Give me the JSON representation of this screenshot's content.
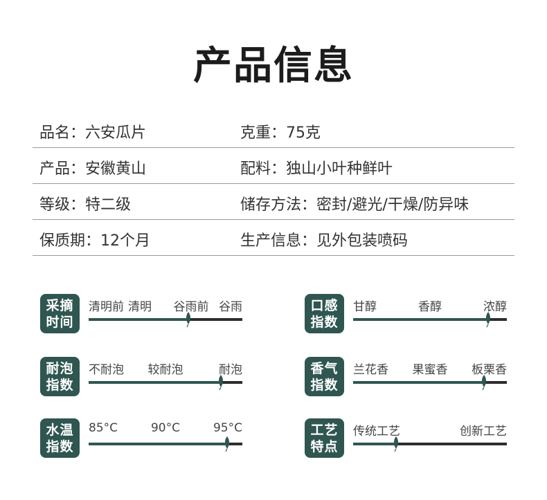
{
  "title": "产品信息",
  "info_rows": [
    {
      "left": "品名：六安瓜片",
      "right": "克重：75克"
    },
    {
      "left": "产品：安徽黄山",
      "right": "配料：独山小叶种鲜叶"
    },
    {
      "left": "等级：特二级",
      "right": "储存方法：密封/避光/干燥/防异味"
    },
    {
      "left": "保质期：12个月",
      "right": "生产信息：见外包装喷码"
    }
  ],
  "meters": [
    {
      "badge": [
        "采摘",
        "时间"
      ],
      "labels": [
        "清明前",
        "清明",
        "谷雨前",
        "谷雨"
      ],
      "level": 0.65
    },
    {
      "badge": [
        "口感",
        "指数"
      ],
      "labels": [
        "甘醇",
        "香醇",
        "浓醇"
      ],
      "level": 0.88
    },
    {
      "badge": [
        "耐泡",
        "指数"
      ],
      "labels": [
        "不耐泡",
        "较耐泡",
        "耐泡"
      ],
      "level": 0.86
    },
    {
      "badge": [
        "香气",
        "指数"
      ],
      "labels": [
        "兰花香",
        "果蜜香",
        "板栗香"
      ],
      "level": 0.85
    },
    {
      "badge": [
        "水温",
        "指数"
      ],
      "labels": [
        "85°C",
        "90°C",
        "95°C"
      ],
      "level": 0.9
    },
    {
      "badge": [
        "工艺",
        "特点"
      ],
      "labels": [
        "传统工艺",
        "创新工艺"
      ],
      "level": 0.28
    }
  ],
  "colors": {
    "accent": "#2f5651",
    "track": "#2d2d2d",
    "divider": "#9a9a9a"
  }
}
